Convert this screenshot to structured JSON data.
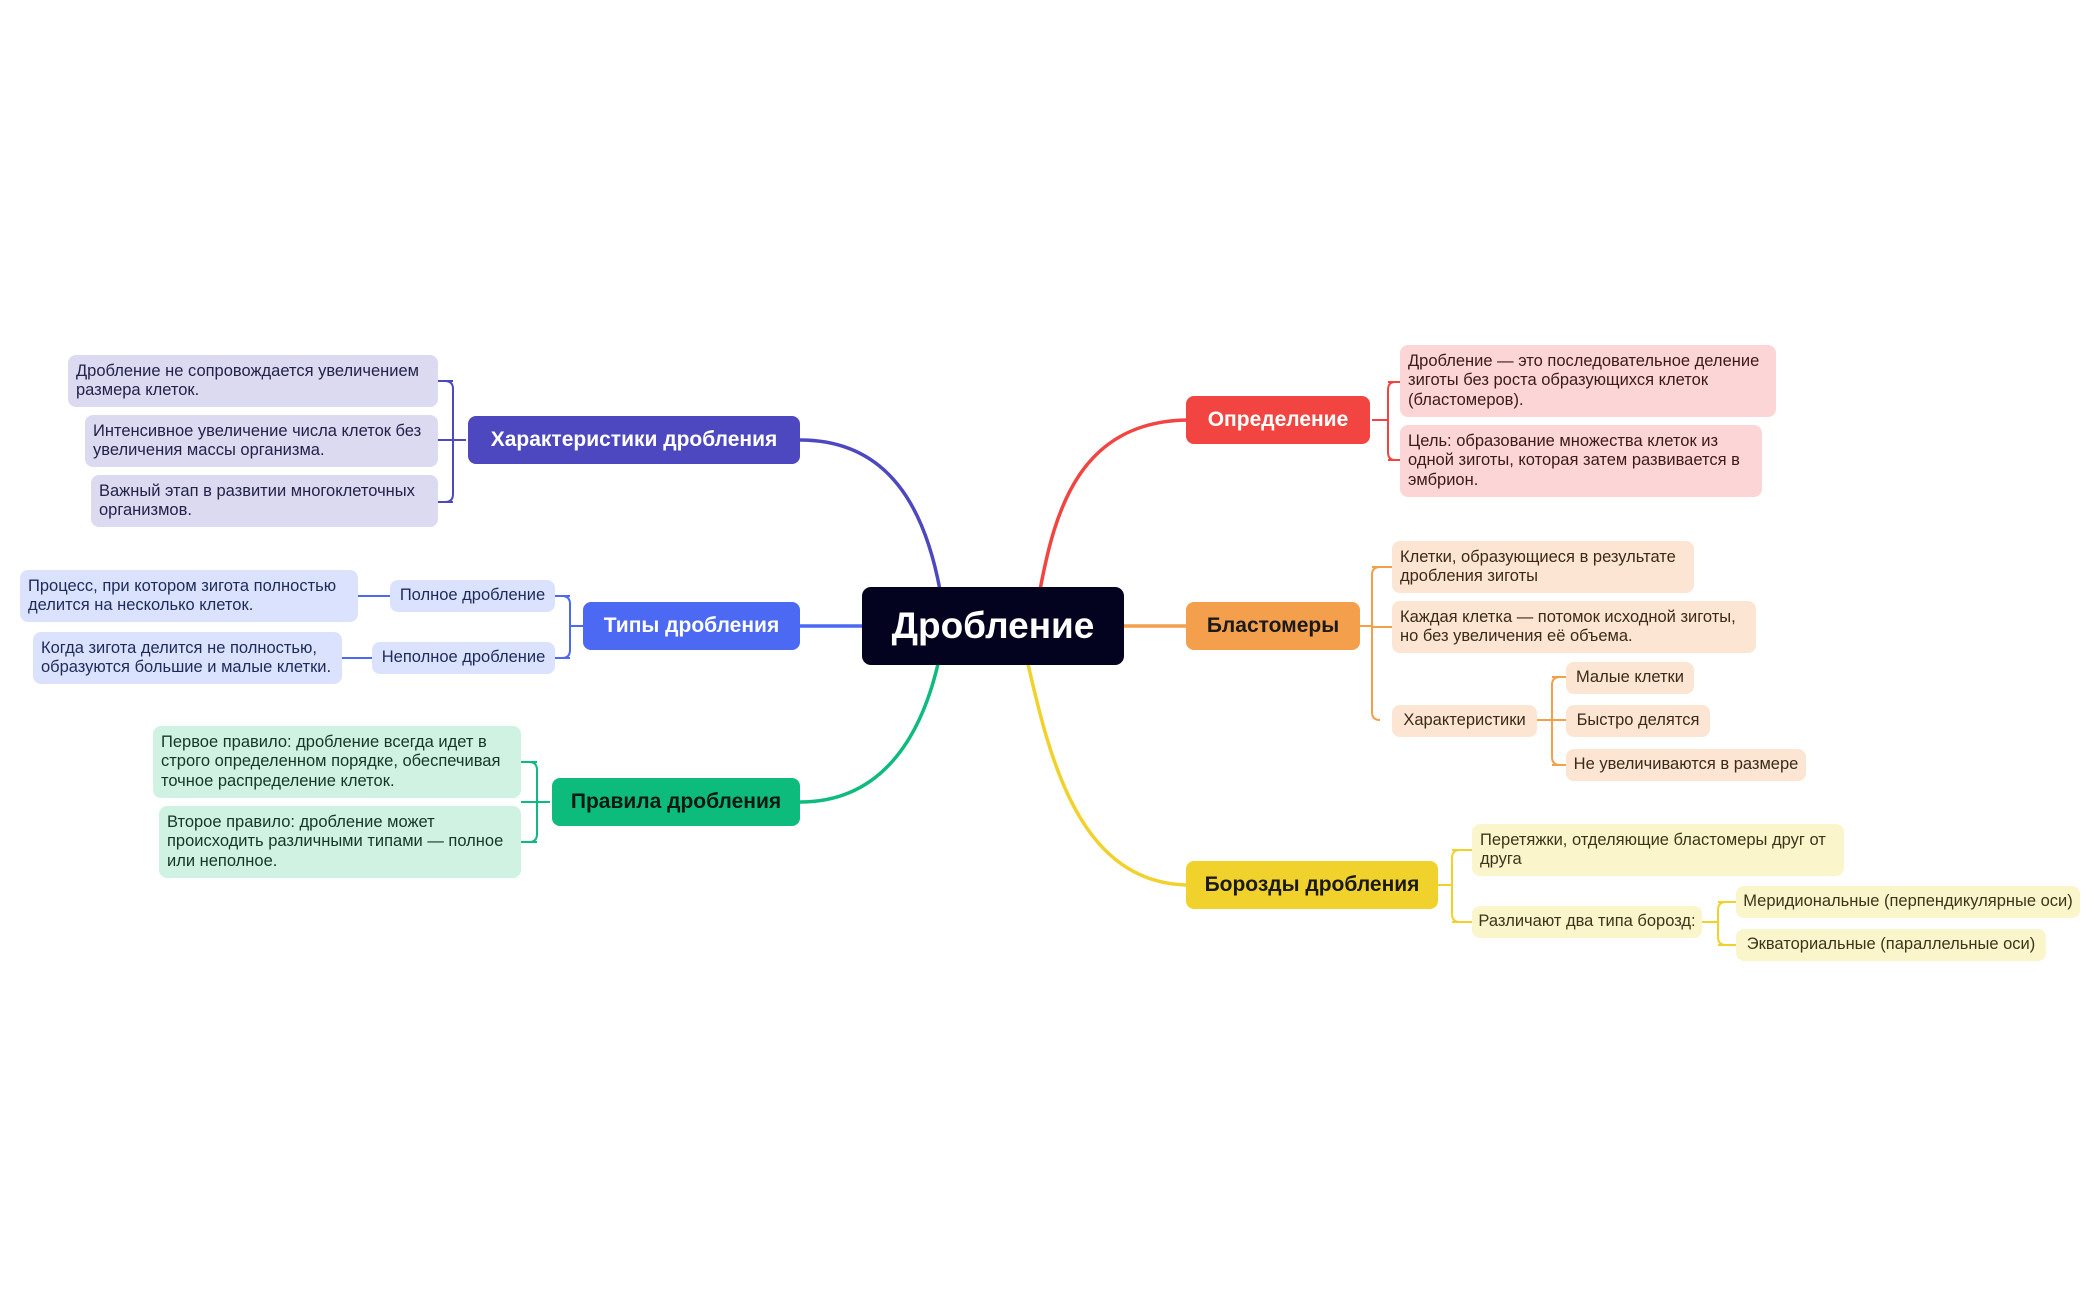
{
  "colors": {
    "definition": "#f24541",
    "blastomeres": "#f39f4c",
    "furrows": "#f1d22c",
    "characteristics": "#4d48bf",
    "types": "#4c69f4",
    "rules": "#0dbb7c",
    "root": "#03031f"
  },
  "mindmap": {
    "root": "Дробление",
    "definition": {
      "title": "Определение",
      "items": [
        "Дробление — это последовательное деление зиготы без роста образующихся клеток (бластомеров).",
        "Цель: образование множества клеток из одной зиготы, которая затем развивается в эмбрион."
      ]
    },
    "blastomeres": {
      "title": "Бластомеры",
      "items": [
        "Клетки, образующиеся в результате дробления зиготы",
        "Каждая клетка — потомок исходной зиготы, но без увеличения её объема."
      ],
      "characteristics": {
        "label": "Характеристики",
        "items": [
          "Малые клетки",
          "Быстро делятся",
          "Не увеличиваются в размере"
        ]
      }
    },
    "furrows": {
      "title": "Борозды дробления",
      "items": [
        "Перетяжки, отделяющие бластомеры друг от друга"
      ],
      "types": {
        "label": "Различают два типа борозд:",
        "items": [
          "Меридиональные (перпендикулярные оси)",
          "Экваториальные (параллельные оси)"
        ]
      }
    },
    "characteristics": {
      "title": "Характеристики дробления",
      "items": [
        "Дробление не сопровождается увеличением размера клеток.",
        "Интенсивное увеличение числа клеток без увеличения массы организма.",
        "Важный этап в развитии многоклеточных организмов."
      ]
    },
    "types": {
      "title": "Типы дробления",
      "full": {
        "label": "Полное дробление",
        "detail": "Процесс, при котором зигота полностью делится на несколько клеток."
      },
      "partial": {
        "label": "Неполное дробление",
        "detail": "Когда зигота делится не полностью, образуются большие и малые клетки."
      }
    },
    "rules": {
      "title": "Правила дробления",
      "items": [
        "Первое правило: дробление всегда идет в строго определенном порядке, обеспечивая точное распределение клеток.",
        "Второе правило: дробление может происходить различными типами — полное или неполное."
      ]
    }
  }
}
